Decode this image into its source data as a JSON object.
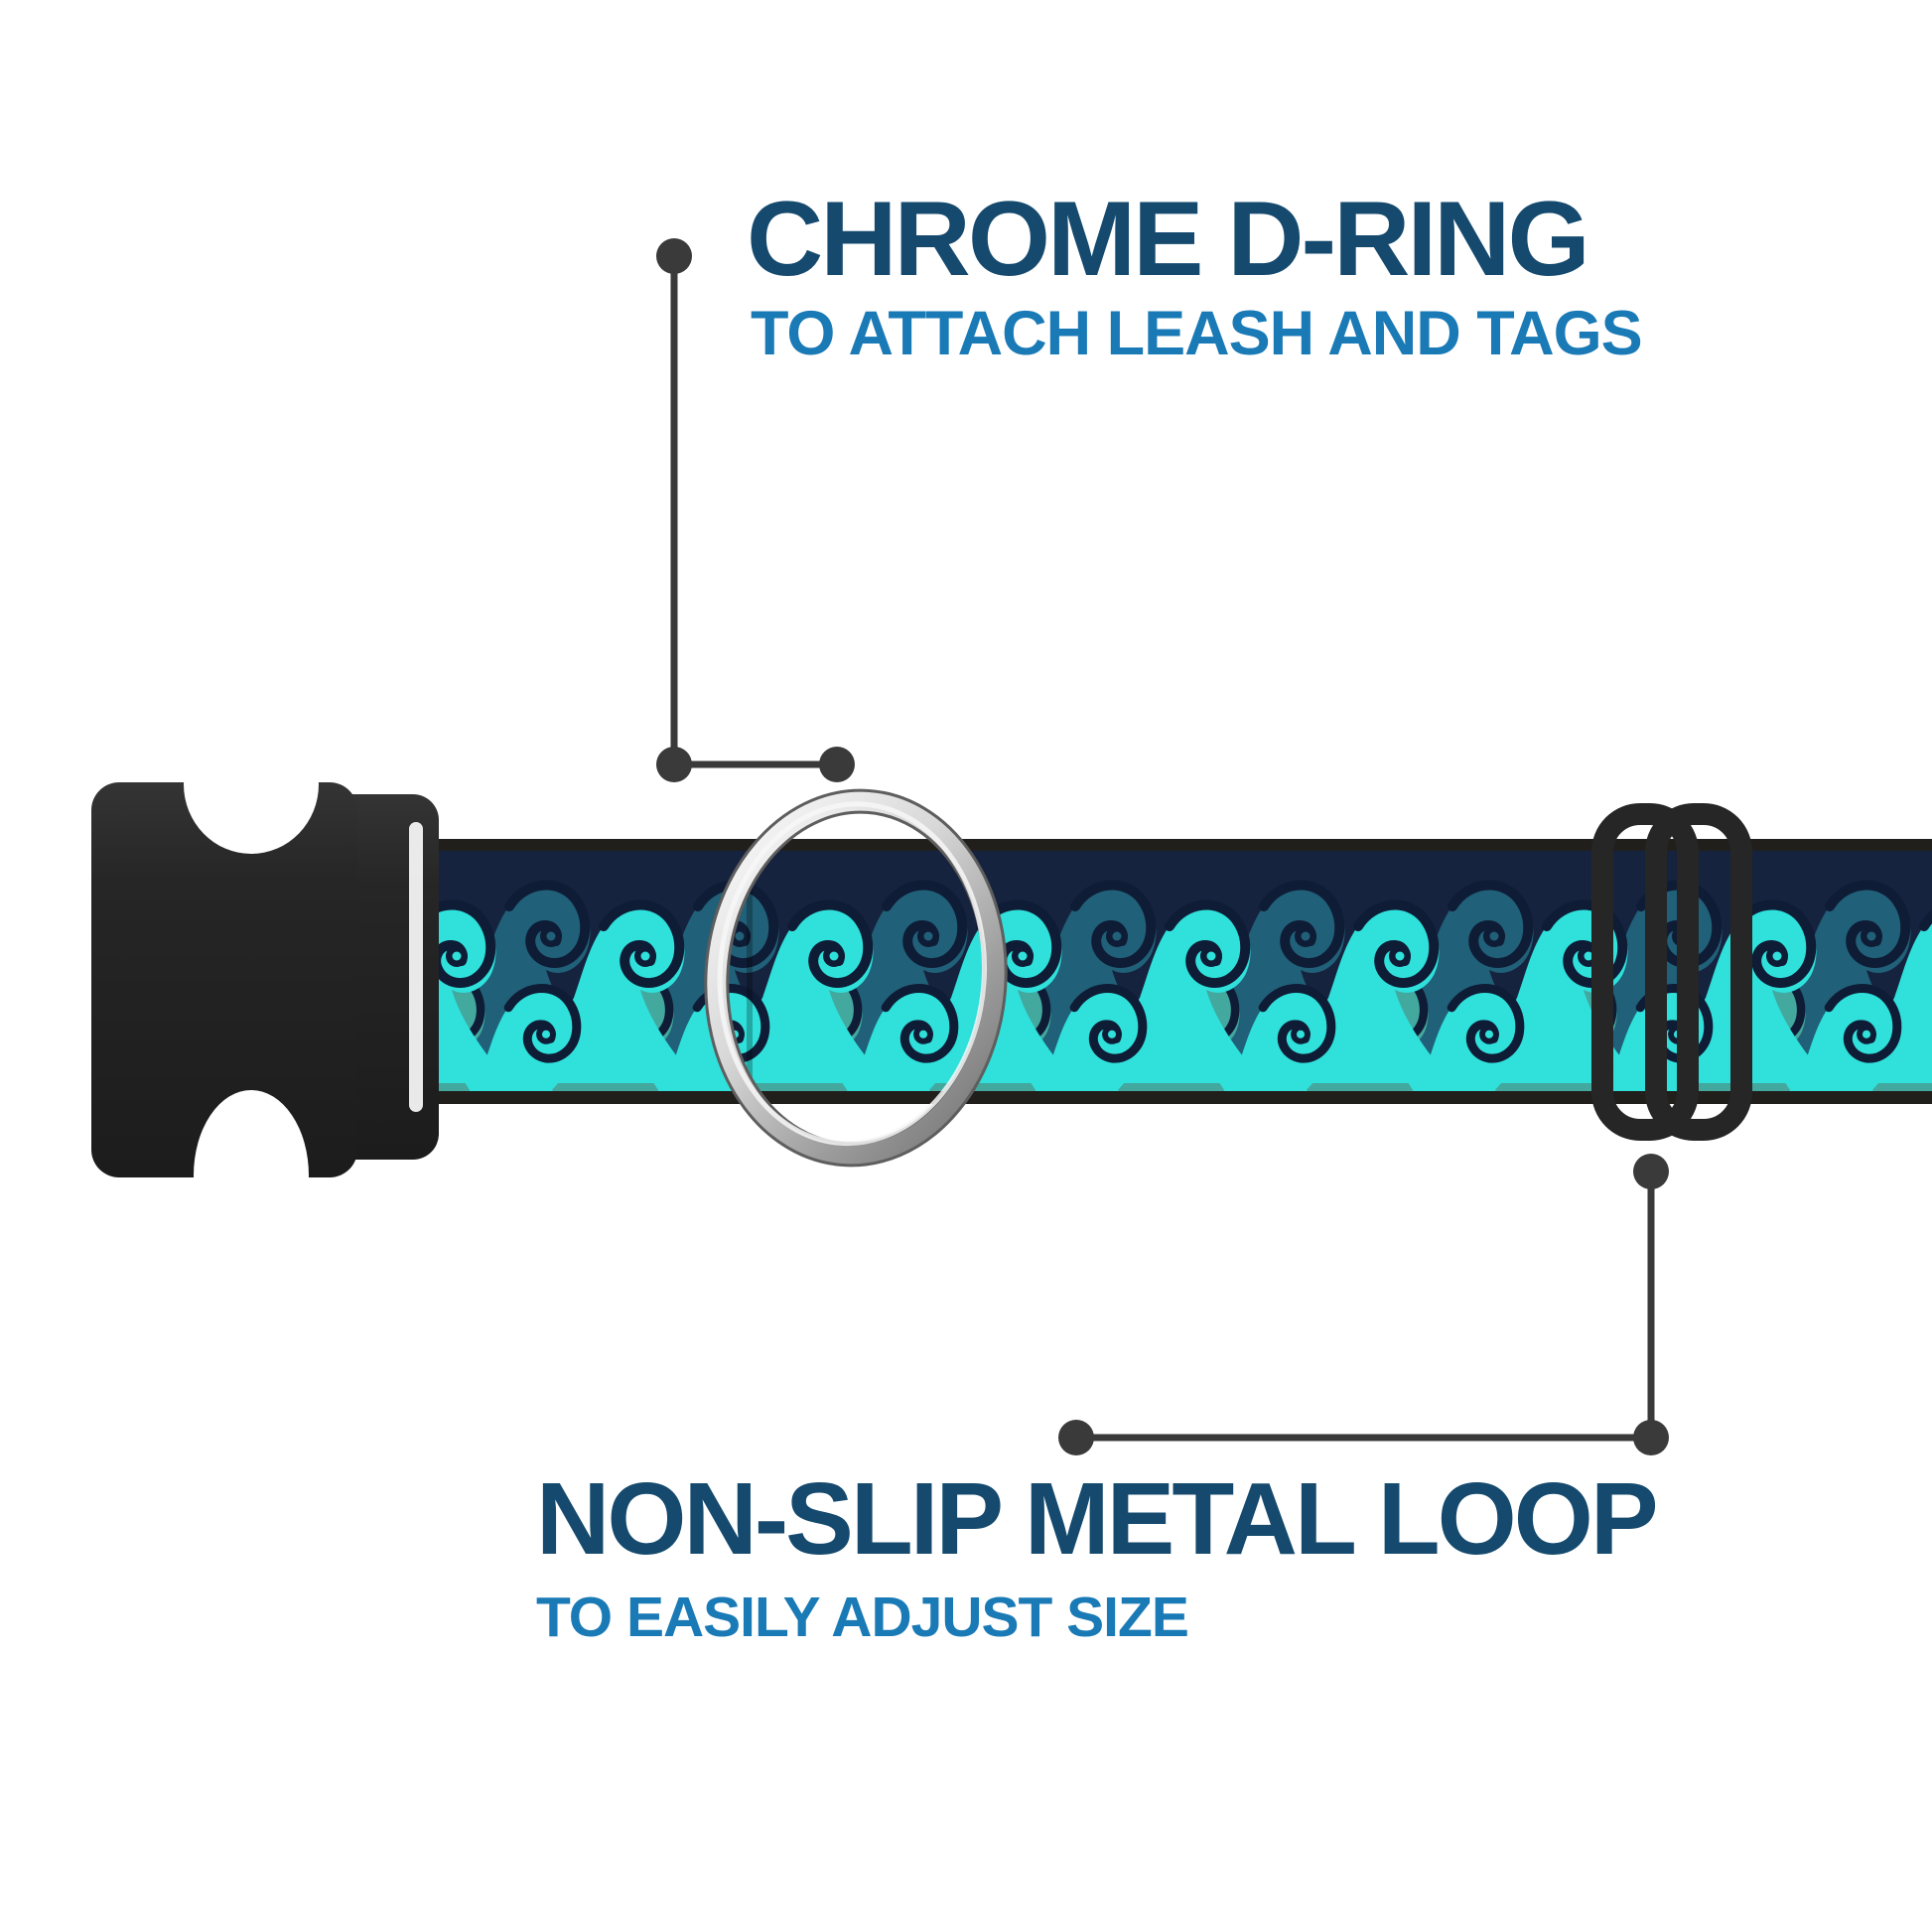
{
  "page_title": "Dog collar features infographic",
  "callouts": [
    {
      "id": "top",
      "title": "CHROME D-RING",
      "subtitle": "TO ATTACH LEASH AND TAGS",
      "points_to": "chrome-d-ring"
    },
    {
      "id": "bottom",
      "title": "NON-SLIP METAL LOOP",
      "subtitle": "TO EASILY ADJUST SIZE",
      "points_to": "adjuster-slider"
    }
  ],
  "collar": {
    "parts": [
      {
        "name": "side-release-buckle",
        "material": "black plastic"
      },
      {
        "name": "collar-strap",
        "pattern": "retro waves on navy"
      },
      {
        "name": "chrome-d-ring",
        "material": "chrome metal"
      },
      {
        "name": "adjuster-slider",
        "material": "black plastic"
      }
    ]
  },
  "colors": {
    "background": "#FFFFFF",
    "title_navy": "#154A6E",
    "subtitle_blue": "#1A7AB6",
    "callout_gray": "#3A3A3A",
    "strap_navy": "#16233F",
    "wave_aqua": "#2FE0DB",
    "wave_teal": "#206078",
    "wave_seafoam": "#43A89E",
    "wave_outline": "#0F1C36",
    "strap_edge": "#211F1C",
    "hardware_black": "#262626",
    "chrome_silver": "#D8D8D8"
  }
}
